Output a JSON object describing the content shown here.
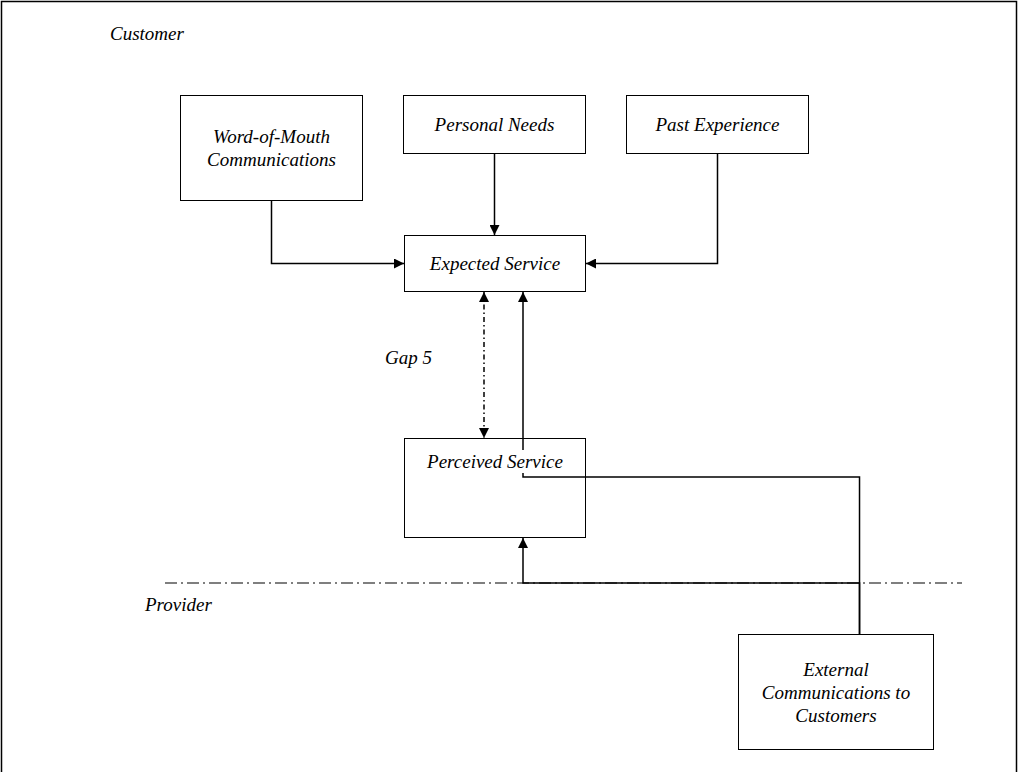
{
  "diagram": {
    "nodes": [
      {
        "text": [
          "Word-of-Mouth Communications"
        ]
      },
      {
        "text": [
          "Personal Needs"
        ]
      },
      {
        "text": [
          "Past Experience"
        ]
      },
      {
        "text": [
          "Expected Service"
        ]
      },
      {
        "text": [
          "Perceived Service"
        ]
      },
      {
        "text": [
          "External Communications to Customers"
        ]
      }
    ],
    "edges": [
      {
        "from": 0,
        "to": 3,
        "arrow": "to"
      },
      {
        "from": 1,
        "to": 3,
        "arrow": "to"
      },
      {
        "from": 2,
        "to": 3,
        "arrow": "to"
      },
      {
        "from": 3,
        "to": 4,
        "label": "Gap 5",
        "arrow": "both"
      },
      {
        "from": 5,
        "to": 3,
        "arrow": "to"
      },
      {
        "from": 5,
        "to": 4,
        "arrow": "to"
      }
    ],
    "labels": [
      "Customer",
      "Provider"
    ]
  }
}
